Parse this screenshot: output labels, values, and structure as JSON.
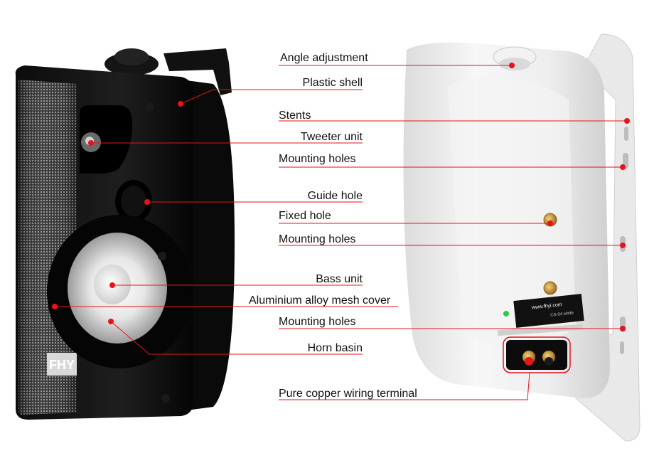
{
  "accent_color": "#e8121b",
  "labels": {
    "angle_adjustment": "Angle adjustment",
    "plastic_shell": "Plastic shell",
    "stents": "Stents",
    "tweeter_unit": "Tweeter unit",
    "mounting_holes_1": "Mounting holes",
    "guide_hole": "Guide hole",
    "fixed_hole": "Fixed hole",
    "mounting_holes_2": "Mounting holes",
    "bass_unit": "Bass unit",
    "mesh_cover": "Aluminium alloy mesh cover",
    "mounting_holes_3": "Mounting holes",
    "horn_basin": "Horn basin",
    "wiring_terminal": "Pure copper wiring terminal"
  },
  "brand_mark": "FHY",
  "back_label": {
    "url": "www.fhyi.com",
    "model": "CS-04 white"
  }
}
